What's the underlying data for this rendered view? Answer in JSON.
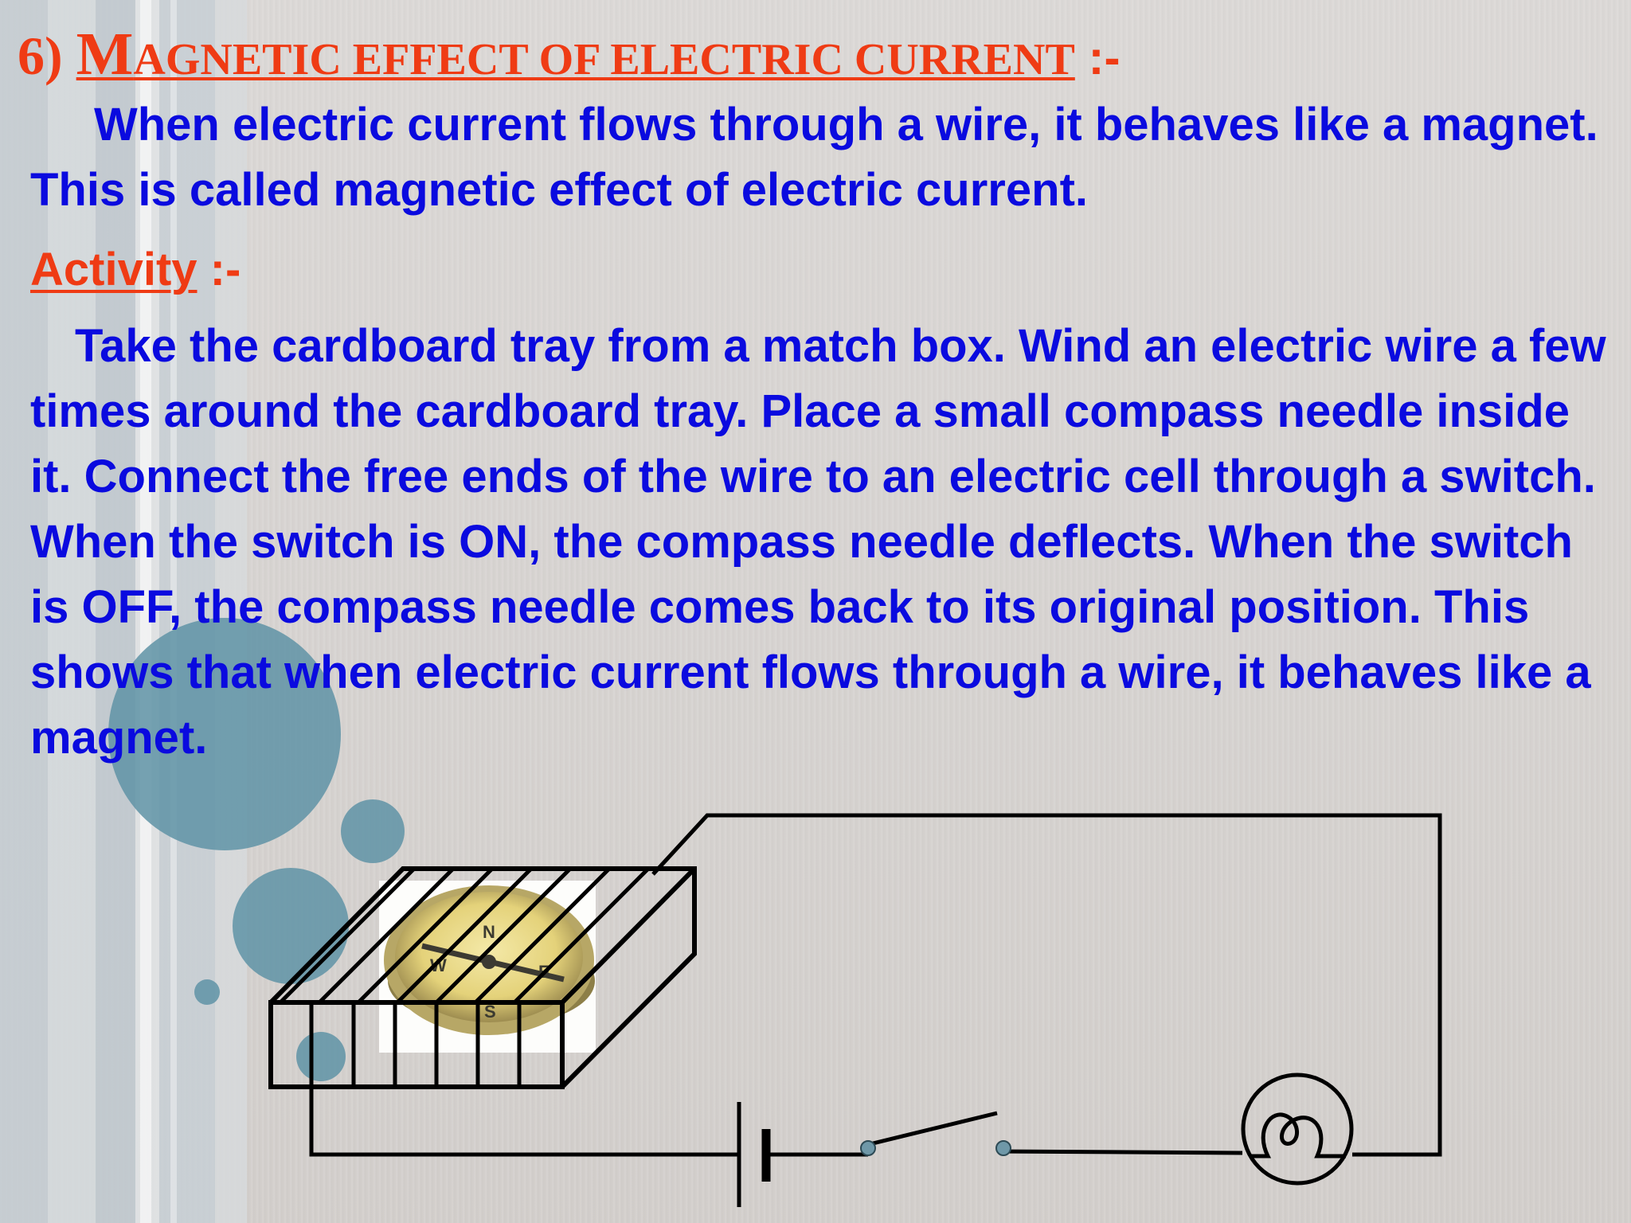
{
  "slide": {
    "number_label": "6)",
    "heading_first_letter": "M",
    "heading_rest": "agnetic effect of electric current",
    "heading_suffix": " :-",
    "intro_text": "When electric current flows through a wire, it behaves like a magnet. This is called magnetic effect of electric current.",
    "activity_label": "Activity",
    "activity_suffix": " :-",
    "activity_text": "Take the cardboard tray from a match box. Wind an electric wire a few times around the cardboard tray. Place a small compass needle inside it. Connect the free ends of the wire to an electric cell through a switch. When the switch is ON, the compass needle deflects. When the switch is OFF, the compass needle comes back to its original position. This shows that when electric current flows through a wire, it behaves like a magnet."
  },
  "compass": {
    "label_n": "N",
    "label_s": "S",
    "label_e": "E",
    "label_w": "W"
  },
  "colors": {
    "heading": "#ef3b14",
    "body_text": "#0a0adf",
    "background": "#d9d6d4",
    "decor_bubble": "#5f93a6"
  }
}
